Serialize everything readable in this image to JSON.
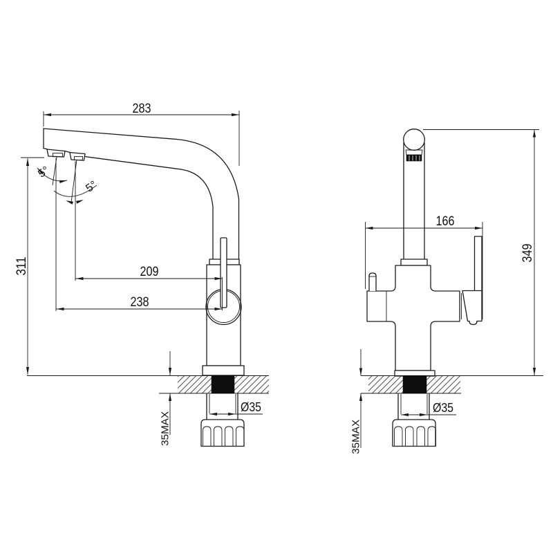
{
  "drawing": {
    "type": "technical-dimension-drawing",
    "subject": "kitchen mixer faucet, side view and front view with installation dimensions",
    "line_color": "#1a1a1a",
    "background": "#ffffff",
    "views": {
      "side": {
        "labels": {
          "spout_reach": "283",
          "overall_height": "311",
          "nozzle_to_axis_upper": "209",
          "nozzle_to_axis_lower": "238",
          "stream_angle_1": "5°",
          "stream_angle_2": "5°",
          "shank_diameter": "Ø35",
          "counter_thickness_max": "35MAX"
        }
      },
      "front": {
        "labels": {
          "body_width": "166",
          "overall_height": "349",
          "shank_diameter": "Ø35",
          "counter_thickness_max": "35MAX"
        }
      }
    }
  }
}
